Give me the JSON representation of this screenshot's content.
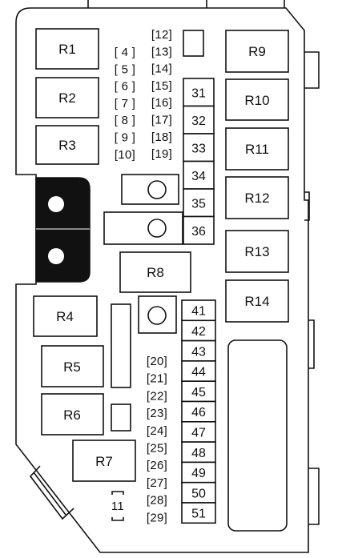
{
  "relays": {
    "r1": "R1",
    "r2": "R2",
    "r3": "R3",
    "r4": "R4",
    "r5": "R5",
    "r6": "R6",
    "r7": "R7",
    "r8": "R8",
    "r9": "R9",
    "r10": "R10",
    "r11": "R11",
    "r12": "R12",
    "r13": "R13",
    "r14": "R14"
  },
  "mini_fuses_left": [
    "[ 4 ]",
    "[ 5 ]",
    "[ 6 ]",
    "[ 7 ]",
    "[ 8 ]",
    "[ 9 ]",
    "[10]"
  ],
  "mini_fuses_right": [
    "[12]",
    "[13]",
    "[14]",
    "[15]",
    "[16]",
    "[17]",
    "[18]",
    "[19]"
  ],
  "fuse_stack_top": [
    "31",
    "32",
    "33",
    "34",
    "35",
    "36"
  ],
  "fuse_stack_bottom": [
    "41",
    "42",
    "43",
    "44",
    "45",
    "46",
    "47",
    "48",
    "49",
    "50",
    "51"
  ],
  "mini_fuses_bottom": [
    "[20]",
    "[21]",
    "[22]",
    "[23]",
    "[24]",
    "[25]",
    "[26]",
    "[27]",
    "[28]",
    "[29]"
  ],
  "fuse_11": "11"
}
